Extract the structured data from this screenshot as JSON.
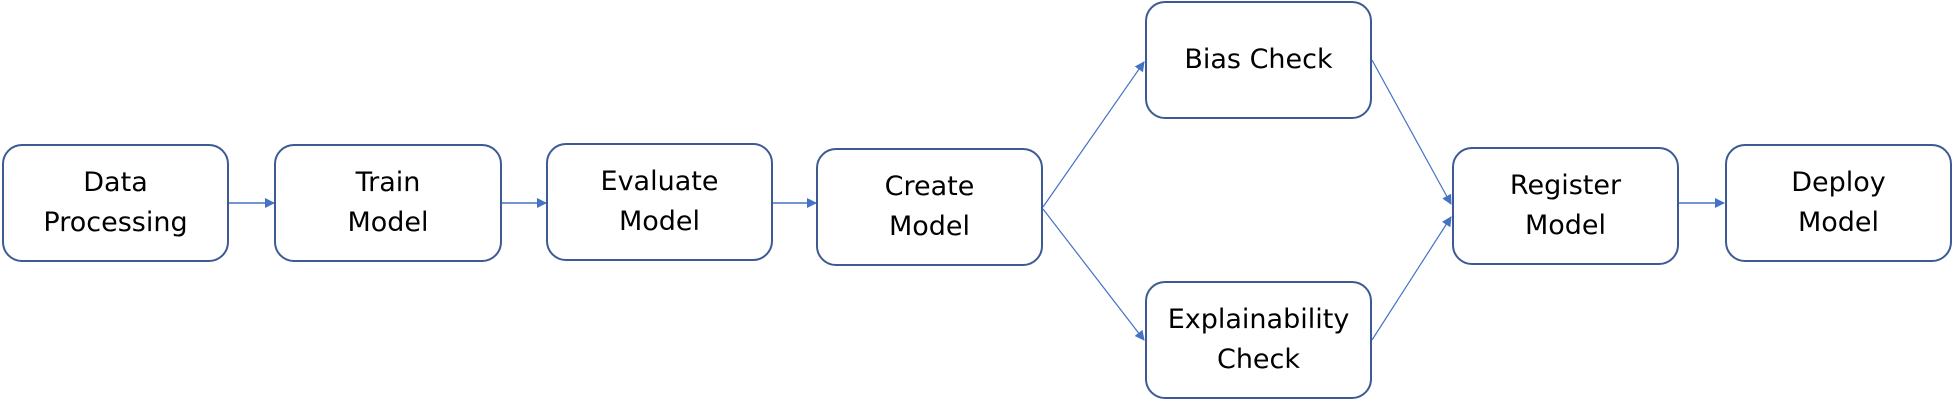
{
  "diagram": {
    "nodes": {
      "data_processing": "Data\nProcessing",
      "train_model": "Train\nModel",
      "evaluate_model": "Evaluate\nModel",
      "create_model": "Create\nModel",
      "bias_check": "Bias Check",
      "explainability_check": "Explainability\nCheck",
      "register_model": "Register\nModel",
      "deploy_model": "Deploy\nModel"
    },
    "colors": {
      "border": "#3D5A94",
      "arrow": "#4472C4",
      "text": "#000000",
      "background": "#FFFFFF"
    }
  }
}
